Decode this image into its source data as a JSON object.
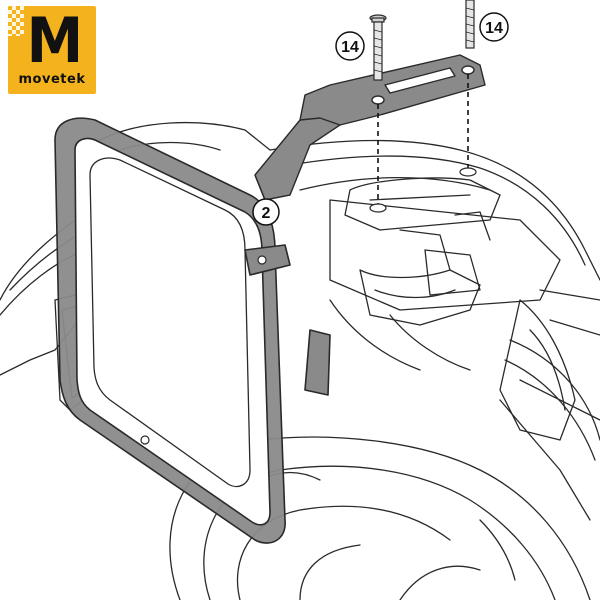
{
  "logo": {
    "mark": "M",
    "word": "movetek",
    "background_color": "#f4b31c",
    "text_color": "#111111"
  },
  "callouts": [
    {
      "id": "screw-left",
      "label": "14"
    },
    {
      "id": "screw-right",
      "label": "14"
    },
    {
      "id": "frame",
      "label": "2"
    }
  ],
  "colors": {
    "line": "#2a2a2a",
    "part_fill": "#8a8a8a",
    "part_dark": "#5e5e5e",
    "background": "#ffffff"
  }
}
